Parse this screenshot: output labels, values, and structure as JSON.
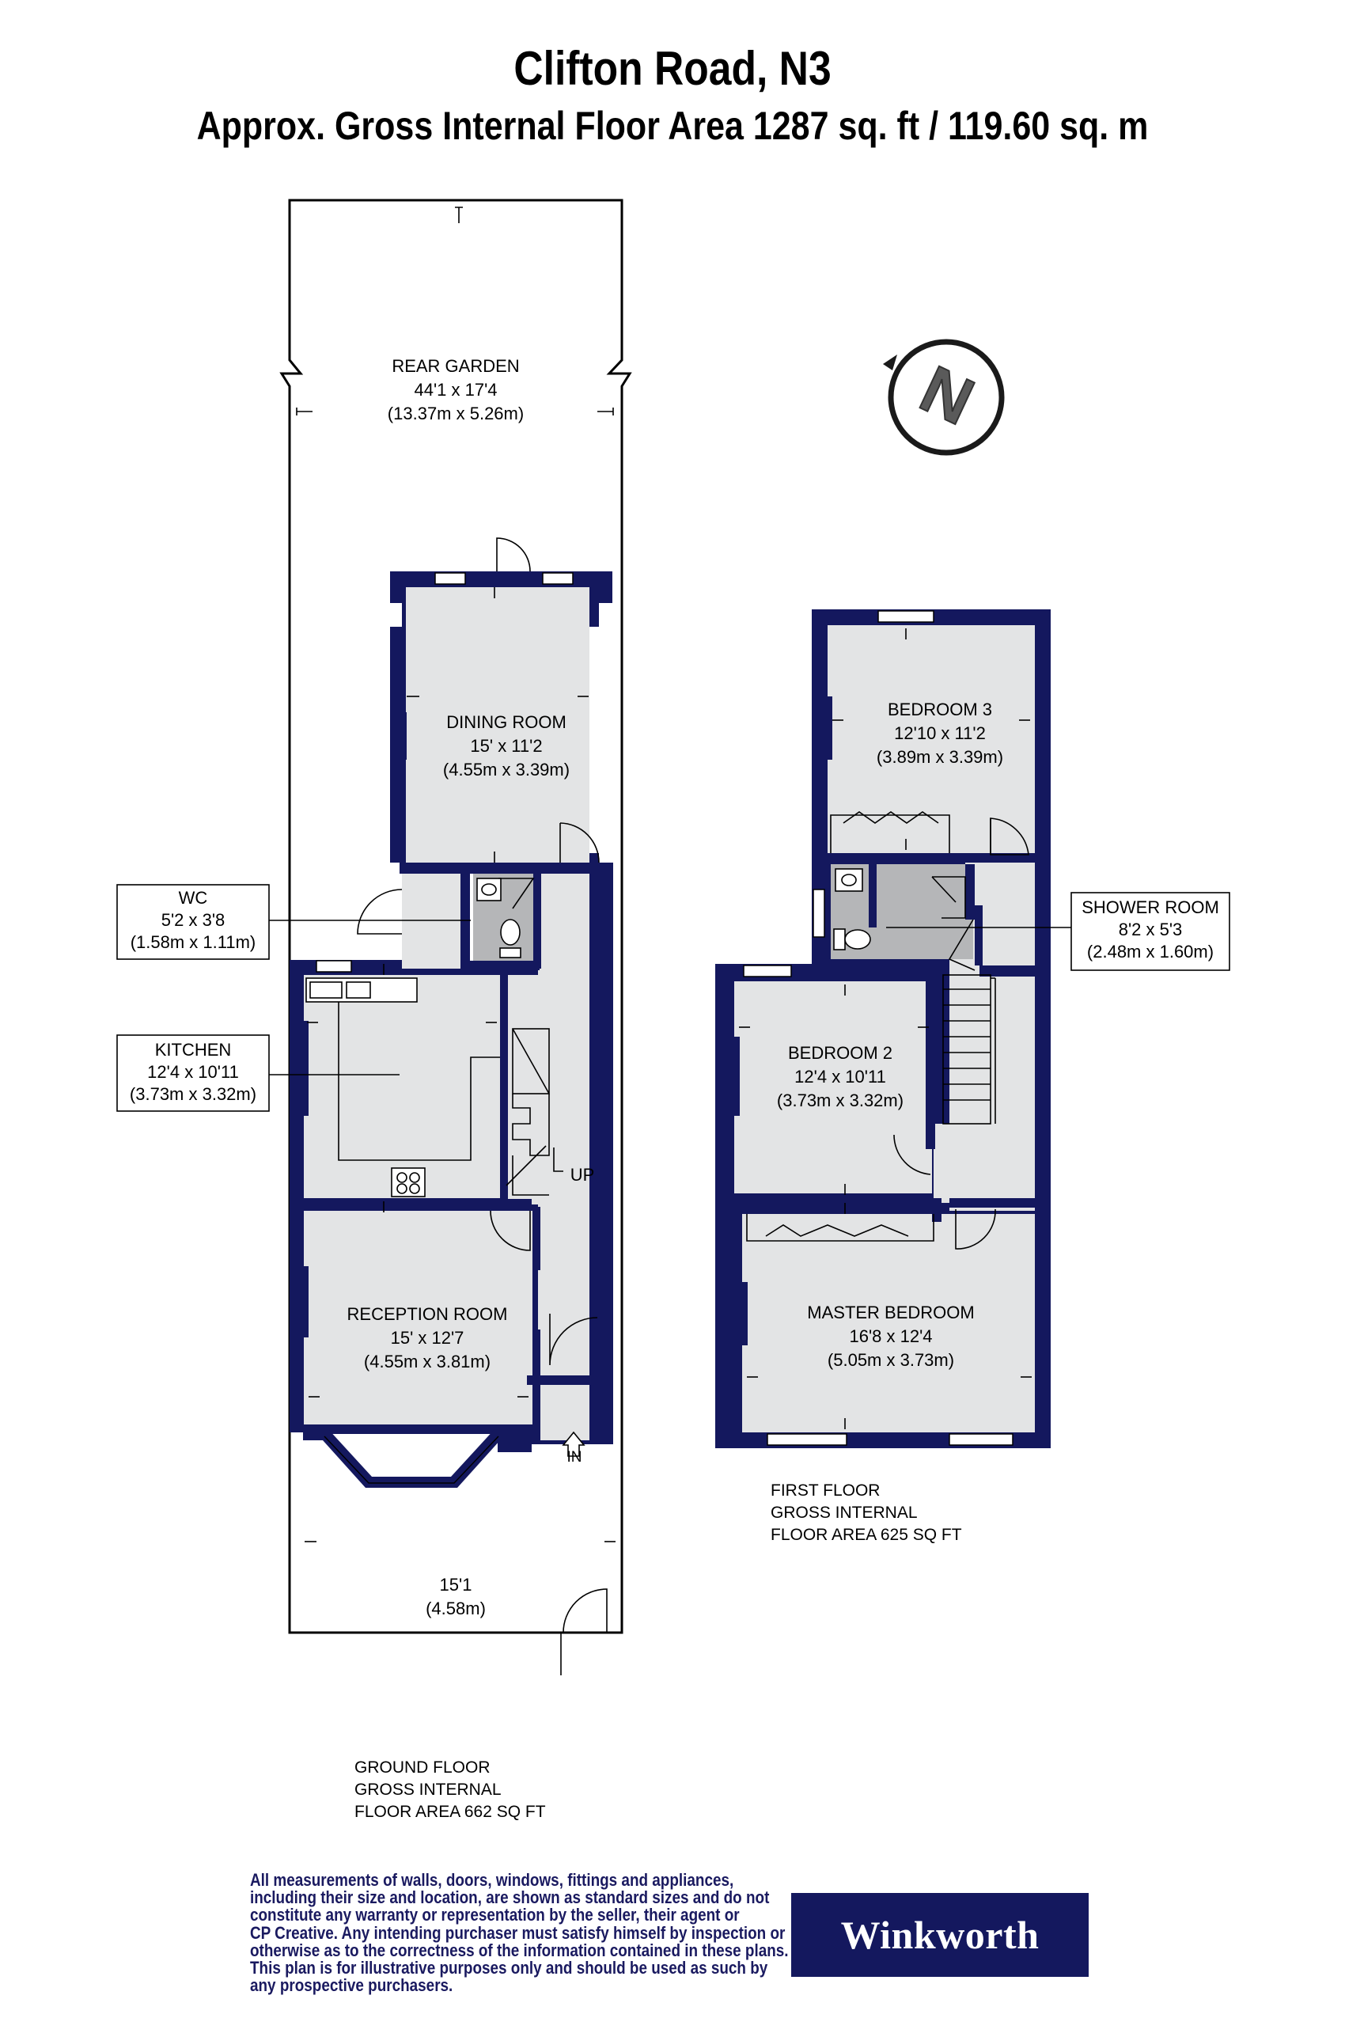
{
  "header": {
    "title": "Clifton Road, N3",
    "subtitle": "Approx. Gross Internal Floor Area 1287 sq. ft / 119.60 sq. m"
  },
  "rooms": {
    "rear_garden": {
      "name": "REAR GARDEN",
      "imperial": "44'1 x 17'4",
      "metric": "(13.37m x 5.26m)"
    },
    "dining_room": {
      "name": "DINING ROOM",
      "imperial": "15' x 11'2",
      "metric": "(4.55m x 3.39m)"
    },
    "wc": {
      "name": "WC",
      "imperial": "5'2 x 3'8",
      "metric": "(1.58m x 1.11m)"
    },
    "kitchen": {
      "name": "KITCHEN",
      "imperial": "12'4 x 10'11",
      "metric": "(3.73m x 3.32m)"
    },
    "reception_room": {
      "name": "RECEPTION ROOM",
      "imperial": "15' x 12'7",
      "metric": "(4.55m x 3.81m)"
    },
    "front_garden": {
      "imperial": "15'1",
      "metric": "(4.58m)"
    },
    "bedroom_3": {
      "name": "BEDROOM 3",
      "imperial": "12'10 x 11'2",
      "metric": "(3.89m x 3.39m)"
    },
    "shower_room": {
      "name": "SHOWER ROOM",
      "imperial": "8'2 x 5'3",
      "metric": "(2.48m x 1.60m)"
    },
    "bedroom_2": {
      "name": "BEDROOM 2",
      "imperial": "12'4 x 10'11",
      "metric": "(3.73m x 3.32m)"
    },
    "master_bedroom": {
      "name": "MASTER BEDROOM",
      "imperial": "16'8 x 12'4",
      "metric": "(5.05m x 3.73m)"
    }
  },
  "markers": {
    "stairs_up": "UP",
    "entrance": "IN",
    "compass": "N"
  },
  "floors": {
    "ground": {
      "line1": "GROUND FLOOR",
      "line2": "GROSS INTERNAL",
      "line3": "FLOOR AREA 662 SQ FT"
    },
    "first": {
      "line1": "FIRST FLOOR",
      "line2": "GROSS INTERNAL",
      "line3": "FLOOR AREA 625 SQ FT"
    }
  },
  "disclaimer": {
    "lines": [
      "All measurements of walls, doors, windows, fittings and appliances,",
      "including their size and location, are shown as standard sizes and do not",
      "constitute any warranty or representation by the seller, their agent or",
      "CP Creative. Any intending purchaser must satisfy himself by inspection or",
      "otherwise as to the correctness of the information contained in these plans.",
      "This plan is for illustrative purposes only and should be used as such by",
      "any prospective purchasers."
    ]
  },
  "brand": {
    "name": "Winkworth"
  },
  "colors": {
    "wall": "#14185e",
    "floor": "#e3e4e5",
    "wet_room": "#b5b6b8",
    "brand_bg": "#14185e"
  }
}
